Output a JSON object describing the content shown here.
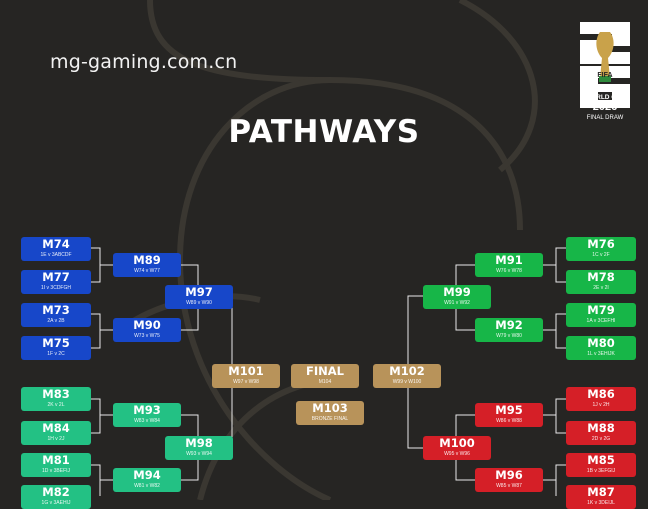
{
  "watermark": "mg-gaming.com.cn",
  "title": "PATHWAYS",
  "logo": {
    "line1": "FIFA",
    "line2": "WORLD CUP",
    "line3": "2026",
    "line4": "FINAL DRAW"
  },
  "colors": {
    "background": "#262523",
    "blue": "#1747c9",
    "green": "#17b648",
    "teal": "#23c184",
    "red": "#d51f27",
    "gold": "#b8935a",
    "lines": "#e8e8e8"
  },
  "matches": {
    "m74": {
      "code": "M74",
      "sub": "1E v 3ABCDF"
    },
    "m77": {
      "code": "M77",
      "sub": "1I v 3CDFGH"
    },
    "m73": {
      "code": "M73",
      "sub": "2A v 2B"
    },
    "m75": {
      "code": "M75",
      "sub": "1F v 2C"
    },
    "m89": {
      "code": "M89",
      "sub": "W74 v W77"
    },
    "m90": {
      "code": "M90",
      "sub": "W73 v W75"
    },
    "m97": {
      "code": "M97",
      "sub": "W89 v W90"
    },
    "m83": {
      "code": "M83",
      "sub": "2K v 2L"
    },
    "m84": {
      "code": "M84",
      "sub": "1H v 2J"
    },
    "m81": {
      "code": "M81",
      "sub": "1D v 3BEFIJ"
    },
    "m82": {
      "code": "M82",
      "sub": "1G v 3AEHIJ"
    },
    "m93": {
      "code": "M93",
      "sub": "W83 v W84"
    },
    "m94": {
      "code": "M94",
      "sub": "W81 v W82"
    },
    "m98": {
      "code": "M98",
      "sub": "W93 v W94"
    },
    "m101": {
      "code": "M101",
      "sub": "W97 v W98"
    },
    "final": {
      "code": "FINAL",
      "sub": "M104"
    },
    "m103": {
      "code": "M103",
      "sub": "BRONZE FINAL"
    },
    "m102": {
      "code": "M102",
      "sub": "W99 v W100"
    },
    "m76": {
      "code": "M76",
      "sub": "1C v 2F"
    },
    "m78": {
      "code": "M78",
      "sub": "2E v 2I"
    },
    "m79": {
      "code": "M79",
      "sub": "1A v 3CEFHI"
    },
    "m80": {
      "code": "M80",
      "sub": "1L v 3EHIJK"
    },
    "m91": {
      "code": "M91",
      "sub": "W76 v W78"
    },
    "m92": {
      "code": "M92",
      "sub": "W79 v W80"
    },
    "m99": {
      "code": "M99",
      "sub": "W91 v W92"
    },
    "m86": {
      "code": "M86",
      "sub": "1J v 2H"
    },
    "m88": {
      "code": "M88",
      "sub": "2D v 2G"
    },
    "m85": {
      "code": "M85",
      "sub": "1B v 3EFGIJ"
    },
    "m87": {
      "code": "M87",
      "sub": "1K v 3DEIJL"
    },
    "m95": {
      "code": "M95",
      "sub": "W86 v W88"
    },
    "m96": {
      "code": "M96",
      "sub": "W85 v W87"
    },
    "m100": {
      "code": "M100",
      "sub": "W95 v W96"
    }
  }
}
